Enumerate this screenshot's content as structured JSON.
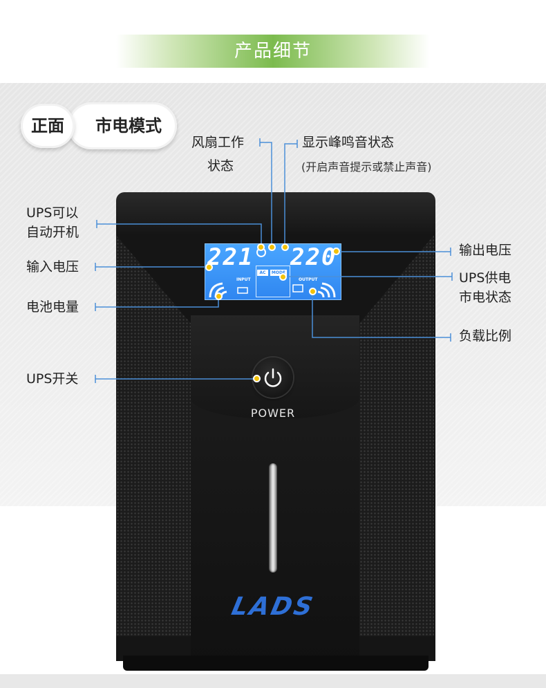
{
  "header": {
    "title": "产品细节"
  },
  "pills": {
    "view": "正面",
    "mode": "市电模式"
  },
  "callouts": {
    "fan_line1": "风扇工作",
    "fan_line2": "状态",
    "buzzer_title": "显示峰鸣音状态",
    "buzzer_note": "(开启声音提示或禁止声音)",
    "autostart_line1": "UPS可以",
    "autostart_line2": "自动开机",
    "input_voltage": "输入电压",
    "battery_level": "电池电量",
    "ups_switch": "UPS开关",
    "output_voltage": "输出电压",
    "supply_line1": "UPS供电",
    "supply_line2": "市电状态",
    "load_ratio": "负载比例"
  },
  "lcd": {
    "input_value": "221",
    "output_value": "220",
    "input_label": "INPUT",
    "output_label": "OUTPUT",
    "ac_label": "AC",
    "mode_label": "MODE"
  },
  "device": {
    "power_label": "POWER",
    "logo": "LADS"
  },
  "colors": {
    "accent_green": "#7cbb4e",
    "callout_line": "#4b8fd8",
    "dot": "#f3c20a",
    "lcd_blue": "#2f86f0",
    "logo_blue": "#2e6fd6"
  }
}
